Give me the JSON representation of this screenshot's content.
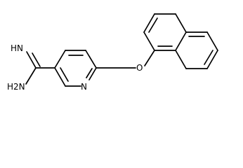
{
  "molecule": {
    "atom_labels": {
      "imine": "HN",
      "amine": "H2N",
      "ring_nitrogen": "N",
      "ether_oxygen": "O"
    },
    "colors": {
      "bond": "#000000",
      "label": "#000000",
      "background": "#ffffff"
    }
  }
}
